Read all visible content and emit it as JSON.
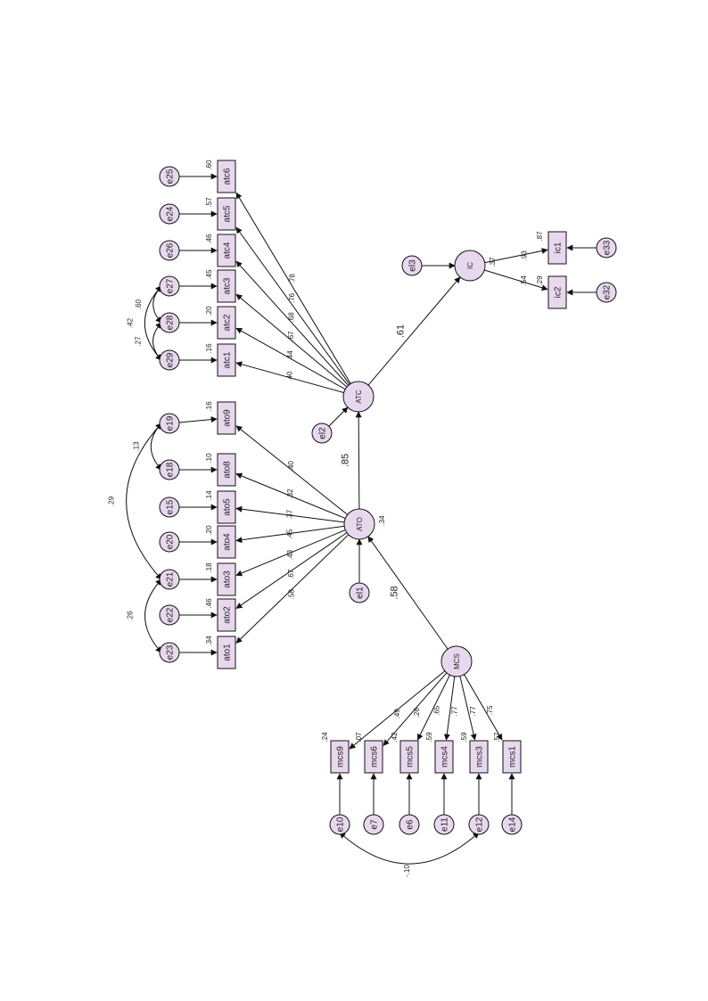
{
  "colors": {
    "node_fill": "#e8d8ee",
    "stroke": "#111111",
    "background": "#ffffff"
  },
  "nodes": {
    "ATC": {
      "label": "ATC",
      "kind": "latent"
    },
    "ATO": {
      "label": "ATO",
      "kind": "latent"
    },
    "MCS": {
      "label": "MCS",
      "kind": "latent"
    },
    "IC": {
      "label": "IC",
      "kind": "latent"
    },
    "atc6": {
      "label": "atc6",
      "kind": "observed"
    },
    "atc5": {
      "label": "atc5",
      "kind": "observed"
    },
    "atc4": {
      "label": "atc4",
      "kind": "observed"
    },
    "atc3": {
      "label": "atc3",
      "kind": "observed"
    },
    "atc2": {
      "label": "atc2",
      "kind": "observed"
    },
    "atc1": {
      "label": "atc1",
      "kind": "observed"
    },
    "ato9": {
      "label": "ato9",
      "kind": "observed"
    },
    "ato8": {
      "label": "ato8",
      "kind": "observed"
    },
    "ato5": {
      "label": "ato5",
      "kind": "observed"
    },
    "ato4": {
      "label": "ato4",
      "kind": "observed"
    },
    "ato3": {
      "label": "ato3",
      "kind": "observed"
    },
    "ato2": {
      "label": "ato2",
      "kind": "observed"
    },
    "ato1": {
      "label": "ato1",
      "kind": "observed"
    },
    "mcs9": {
      "label": "mcs9",
      "kind": "observed"
    },
    "mcs6": {
      "label": "mcs6",
      "kind": "observed"
    },
    "mcs5": {
      "label": "mcs5",
      "kind": "observed"
    },
    "mcs4": {
      "label": "mcs4",
      "kind": "observed"
    },
    "mcs3": {
      "label": "mcs3",
      "kind": "observed"
    },
    "mcs1": {
      "label": "mcs1",
      "kind": "observed"
    },
    "ic1": {
      "label": "ic1",
      "kind": "observed"
    },
    "ic2": {
      "label": "ic2",
      "kind": "observed"
    },
    "e25": {
      "label": "e25",
      "kind": "error"
    },
    "e24": {
      "label": "e24",
      "kind": "error"
    },
    "e26": {
      "label": "e26",
      "kind": "error"
    },
    "e27": {
      "label": "e27",
      "kind": "error"
    },
    "e28": {
      "label": "e28",
      "kind": "error"
    },
    "e29": {
      "label": "e29",
      "kind": "error"
    },
    "e19": {
      "label": "e19",
      "kind": "error"
    },
    "e18": {
      "label": "e18",
      "kind": "error"
    },
    "e15": {
      "label": "e15",
      "kind": "error"
    },
    "e20": {
      "label": "e20",
      "kind": "error"
    },
    "e21": {
      "label": "e21",
      "kind": "error"
    },
    "e22": {
      "label": "e22",
      "kind": "error"
    },
    "e23": {
      "label": "e23",
      "kind": "error"
    },
    "e10": {
      "label": "e10",
      "kind": "error"
    },
    "e7": {
      "label": "e7",
      "kind": "error"
    },
    "e6": {
      "label": "e6",
      "kind": "error"
    },
    "e11": {
      "label": "e11",
      "kind": "error"
    },
    "e12": {
      "label": "e12",
      "kind": "error"
    },
    "e14": {
      "label": "e14",
      "kind": "error"
    },
    "e33": {
      "label": "e33",
      "kind": "error"
    },
    "e32": {
      "label": "e32",
      "kind": "error"
    },
    "el1": {
      "label": "el1",
      "kind": "error"
    },
    "el2": {
      "label": "el2",
      "kind": "error"
    },
    "el3": {
      "label": "el3",
      "kind": "error"
    }
  },
  "paths": [
    {
      "from": "MCS",
      "to": "ATO",
      "label": ".58"
    },
    {
      "from": "ATO",
      "to": "ATC",
      "label": ".85"
    },
    {
      "from": "ATC",
      "to": "IC",
      "label": ".61"
    },
    {
      "from": "ATC",
      "to": "atc6",
      "label": ".78"
    },
    {
      "from": "ATC",
      "to": "atc5",
      "label": ".76"
    },
    {
      "from": "ATC",
      "to": "atc4",
      "label": ".68"
    },
    {
      "from": "ATC",
      "to": "atc3",
      "label": ".67"
    },
    {
      "from": "ATC",
      "to": "atc2",
      "label": ".44"
    },
    {
      "from": "ATC",
      "to": "atc1",
      "label": ".40"
    },
    {
      "from": "ATO",
      "to": "ato9",
      "label": ".40"
    },
    {
      "from": "ATO",
      "to": "ato8",
      "label": ".32"
    },
    {
      "from": "ATO",
      "to": "ato5",
      "label": ".37"
    },
    {
      "from": "ATO",
      "to": "ato4",
      "label": ".45"
    },
    {
      "from": "ATO",
      "to": "ato3",
      "label": ".43"
    },
    {
      "from": "ATO",
      "to": "ato2",
      "label": ".67"
    },
    {
      "from": "ATO",
      "to": "ato1",
      "label": ".58"
    },
    {
      "from": "MCS",
      "to": "mcs9",
      "label": ".49"
    },
    {
      "from": "MCS",
      "to": "mcs6",
      "label": ".26"
    },
    {
      "from": "MCS",
      "to": "mcs5",
      "label": ".65"
    },
    {
      "from": "MCS",
      "to": "mcs4",
      "label": ".77"
    },
    {
      "from": "MCS",
      "to": "mcs3",
      "label": ".77"
    },
    {
      "from": "MCS",
      "to": "mcs1",
      "label": ".75"
    },
    {
      "from": "IC",
      "to": "ic1",
      "label": ".93"
    },
    {
      "from": "IC",
      "to": "ic2",
      "label": ".54"
    },
    {
      "from": "e25",
      "to": "atc6",
      "label": ""
    },
    {
      "from": "e24",
      "to": "atc5",
      "label": ""
    },
    {
      "from": "e26",
      "to": "atc4",
      "label": ""
    },
    {
      "from": "e27",
      "to": "atc3",
      "label": ""
    },
    {
      "from": "e28",
      "to": "atc2",
      "label": ""
    },
    {
      "from": "e29",
      "to": "atc1",
      "label": ""
    },
    {
      "from": "e19",
      "to": "ato9",
      "label": ""
    },
    {
      "from": "e18",
      "to": "ato8",
      "label": ""
    },
    {
      "from": "e15",
      "to": "ato5",
      "label": ""
    },
    {
      "from": "e20",
      "to": "ato4",
      "label": ""
    },
    {
      "from": "e21",
      "to": "ato3",
      "label": ""
    },
    {
      "from": "e22",
      "to": "ato2",
      "label": ""
    },
    {
      "from": "e23",
      "to": "ato1",
      "label": ""
    },
    {
      "from": "e10",
      "to": "mcs9",
      "label": ""
    },
    {
      "from": "e7",
      "to": "mcs6",
      "label": ""
    },
    {
      "from": "e6",
      "to": "mcs5",
      "label": ""
    },
    {
      "from": "e11",
      "to": "mcs4",
      "label": ""
    },
    {
      "from": "e12",
      "to": "mcs3",
      "label": ""
    },
    {
      "from": "e14",
      "to": "mcs1",
      "label": ""
    },
    {
      "from": "e33",
      "to": "ic1",
      "label": ""
    },
    {
      "from": "e32",
      "to": "ic2",
      "label": ""
    },
    {
      "from": "el1",
      "to": "ATO",
      "label": ""
    },
    {
      "from": "el2",
      "to": "ATC",
      "label": ""
    },
    {
      "from": "el3",
      "to": "IC",
      "label": ""
    }
  ],
  "covariances": [
    {
      "a": "e27",
      "b": "e28",
      "label": ".60"
    },
    {
      "a": "e27",
      "b": "e29",
      "label": ".42"
    },
    {
      "a": "e28",
      "b": "e29",
      "label": ".27"
    },
    {
      "a": "e19",
      "b": "e18",
      "label": ".13"
    },
    {
      "a": "e19",
      "b": "e21",
      "label": ".29"
    },
    {
      "a": "e21",
      "b": "e23",
      "label": ".26"
    },
    {
      "a": "e10",
      "b": "e12",
      "label": "-.10"
    }
  ],
  "r_squared": [
    {
      "node": "atc6",
      "value": ".60"
    },
    {
      "node": "atc5",
      "value": ".57"
    },
    {
      "node": "atc4",
      "value": ".46"
    },
    {
      "node": "atc3",
      "value": ".45"
    },
    {
      "node": "atc2",
      "value": ".20"
    },
    {
      "node": "atc1",
      "value": ".16"
    },
    {
      "node": "ato9",
      "value": ".16"
    },
    {
      "node": "ato8",
      "value": ".10"
    },
    {
      "node": "ato5",
      "value": ".14"
    },
    {
      "node": "ato4",
      "value": ".20"
    },
    {
      "node": "ato3",
      "value": ".18"
    },
    {
      "node": "ato2",
      "value": ".46"
    },
    {
      "node": "ato1",
      "value": ".34"
    },
    {
      "node": "mcs9",
      "value": ".24"
    },
    {
      "node": "mcs6",
      "value": ".07"
    },
    {
      "node": "mcs5",
      "value": ".42"
    },
    {
      "node": "mcs4",
      "value": ".59"
    },
    {
      "node": "mcs3",
      "value": ".59"
    },
    {
      "node": "mcs1",
      "value": ".57"
    },
    {
      "node": "ic1",
      "value": ".87"
    },
    {
      "node": "ic2",
      "value": ".29"
    },
    {
      "node": "IC",
      "value": ".37"
    },
    {
      "node": "ATO",
      "value": ".34"
    }
  ]
}
